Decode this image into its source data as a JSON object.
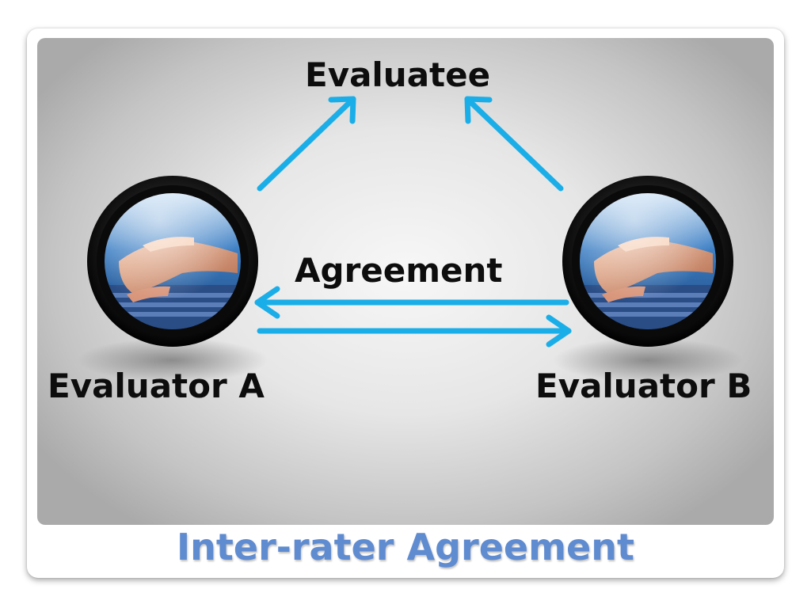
{
  "slide": {
    "title": "Inter-rater Agreement"
  },
  "diagram": {
    "top_node": "Evaluatee",
    "center_label": "Agreement",
    "left_node": "Evaluator A",
    "right_node": "Evaluator B",
    "node_image": "hands-typing-on-keyboard-photo",
    "arrows": [
      {
        "from": "Evaluator A",
        "to": "Evaluatee"
      },
      {
        "from": "Evaluator B",
        "to": "Evaluatee"
      },
      {
        "from": "Evaluator B",
        "to": "Evaluator A"
      },
      {
        "from": "Evaluator A",
        "to": "Evaluator B"
      }
    ]
  },
  "colors": {
    "arrow": "#1aaee8",
    "title": "#5f8bd1",
    "text": "#0d0d0d"
  }
}
